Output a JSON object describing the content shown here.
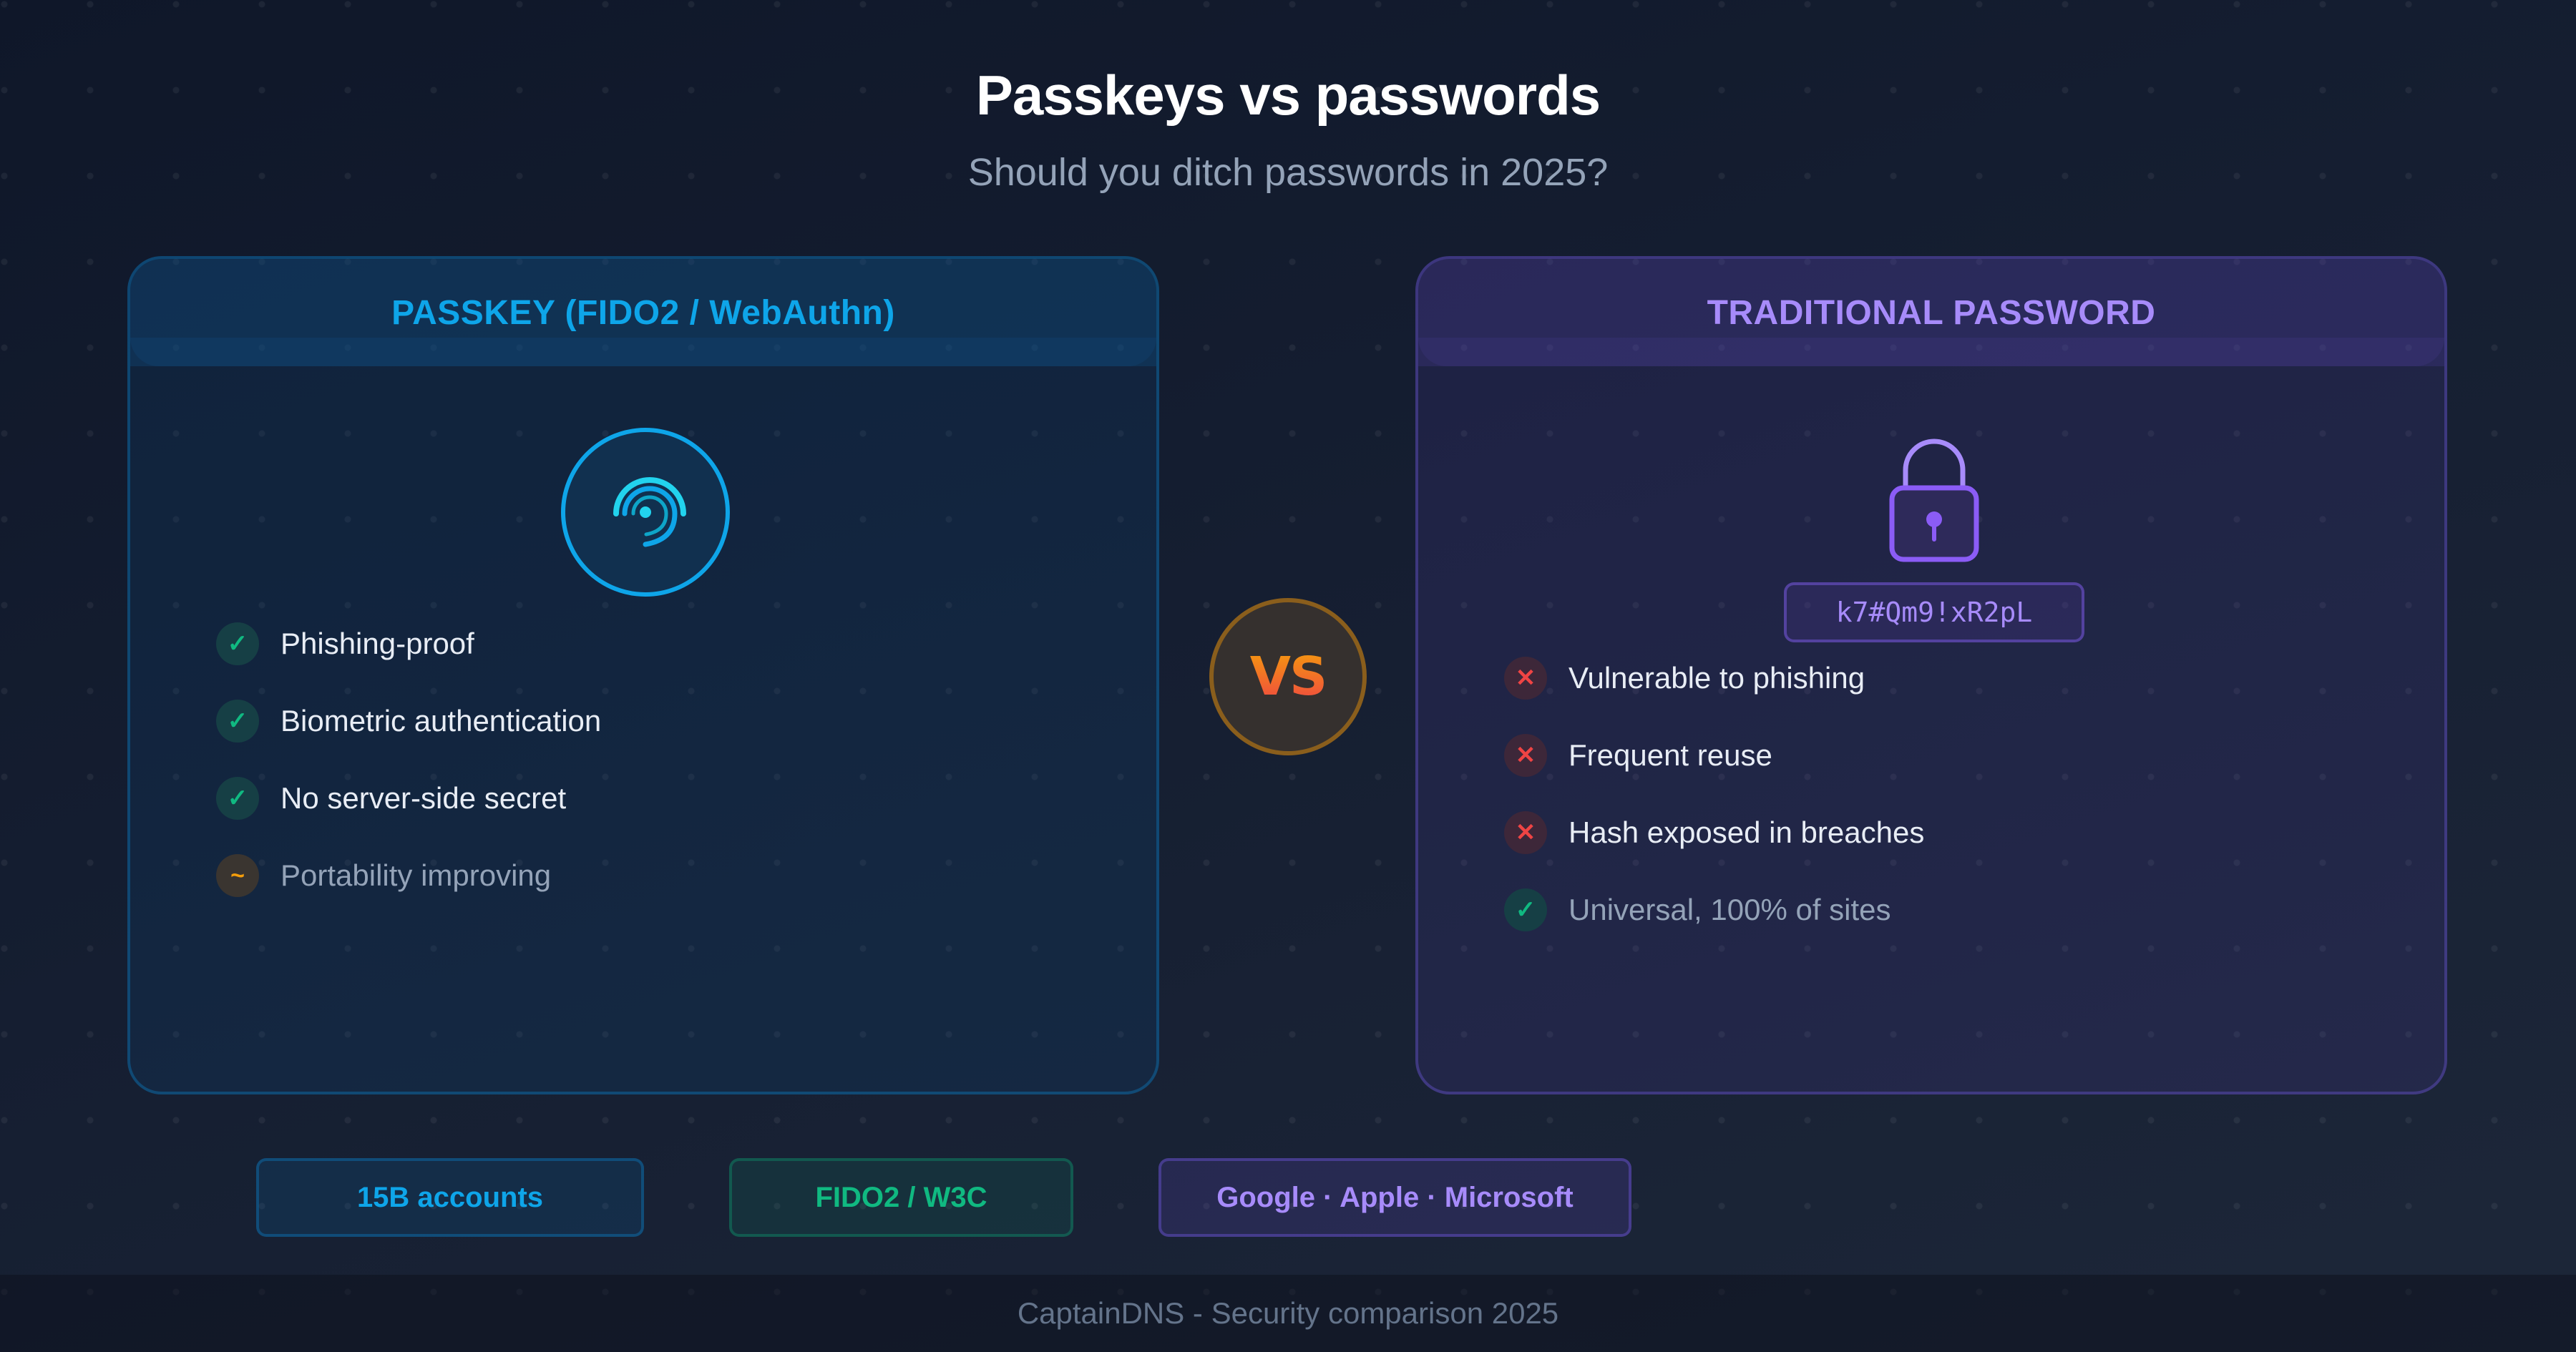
{
  "header": {
    "title": "Passkeys vs passwords",
    "subtitle": "Should you ditch passwords in 2025?"
  },
  "left_card": {
    "title": "PASSKEY (FIDO2 / WebAuthn)",
    "accent": "#0ea5e9",
    "icon": "fingerprint-icon",
    "items": [
      {
        "icon": "check-icon",
        "status": "pro",
        "label": "Phishing-proof"
      },
      {
        "icon": "check-icon",
        "status": "pro",
        "label": "Biometric authentication"
      },
      {
        "icon": "check-icon",
        "status": "pro",
        "label": "No server-side secret"
      },
      {
        "icon": "tilde-icon",
        "status": "partial",
        "label": "Portability improving"
      }
    ]
  },
  "vs_label": "VS",
  "right_card": {
    "title": "TRADITIONAL PASSWORD",
    "accent": "#a78bfa",
    "icon": "padlock-icon",
    "sample_password": "k7#Qm9!xR2pL",
    "items": [
      {
        "icon": "cross-icon",
        "status": "con",
        "label": "Vulnerable to phishing"
      },
      {
        "icon": "cross-icon",
        "status": "con",
        "label": "Frequent reuse"
      },
      {
        "icon": "cross-icon",
        "status": "con",
        "label": "Hash exposed in breaches"
      },
      {
        "icon": "check-icon",
        "status": "pro",
        "label": "Universal, 100% of sites"
      }
    ]
  },
  "pills": [
    {
      "label": "15B accounts",
      "color": "#0ea5e9"
    },
    {
      "label": "FIDO2 / W3C",
      "color": "#10b981"
    },
    {
      "label": "Google · Apple · Microsoft",
      "color": "#a78bfa"
    }
  ],
  "footer": {
    "text": "CaptainDNS - Security comparison 2025"
  },
  "glyphs": {
    "check": "✓",
    "cross": "✕",
    "tilde": "~"
  }
}
